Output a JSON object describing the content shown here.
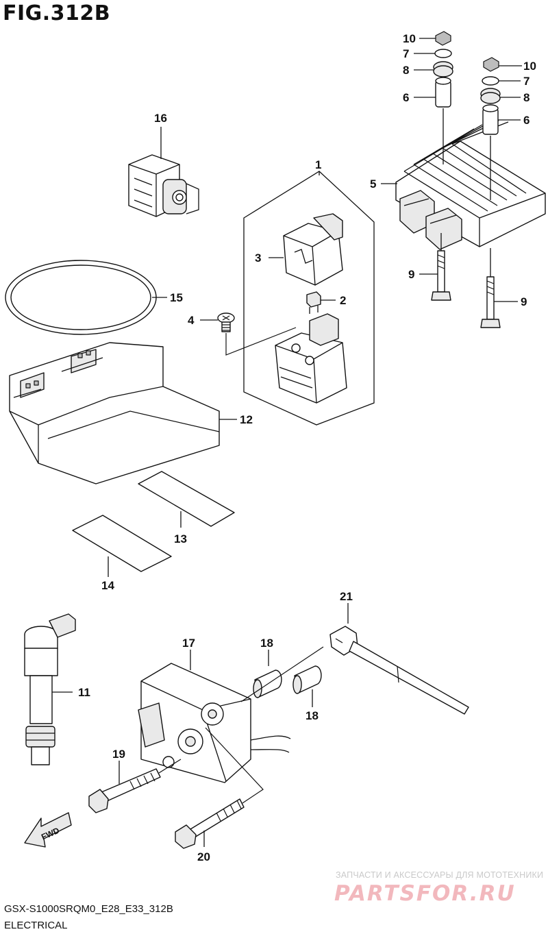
{
  "header": {
    "figure_title": "FIG.312B"
  },
  "callouts": {
    "c1": "1",
    "c2": "2",
    "c3": "3",
    "c4": "4",
    "c5": "5",
    "c6a": "6",
    "c6b": "6",
    "c7a": "7",
    "c7b": "7",
    "c8a": "8",
    "c8b": "8",
    "c9a": "9",
    "c9b": "9",
    "c10a": "10",
    "c10b": "10",
    "c11": "11",
    "c12": "12",
    "c13": "13",
    "c14": "14",
    "c15": "15",
    "c16": "16",
    "c17": "17",
    "c18a": "18",
    "c18b": "18",
    "c19": "19",
    "c20": "20",
    "c21": "21"
  },
  "fwd_arrow": {
    "label": "FWD"
  },
  "footer": {
    "model_code": "GSX-S1000SRQM0_E28_E33_312B",
    "category": "ELECTRICAL"
  },
  "watermark": {
    "tagline": "ЗАПЧАСТИ И АКСЕССУАРЫ ДЛЯ МОТОТЕХНИКИ",
    "logo_text": "PARTSFOR.RU"
  }
}
